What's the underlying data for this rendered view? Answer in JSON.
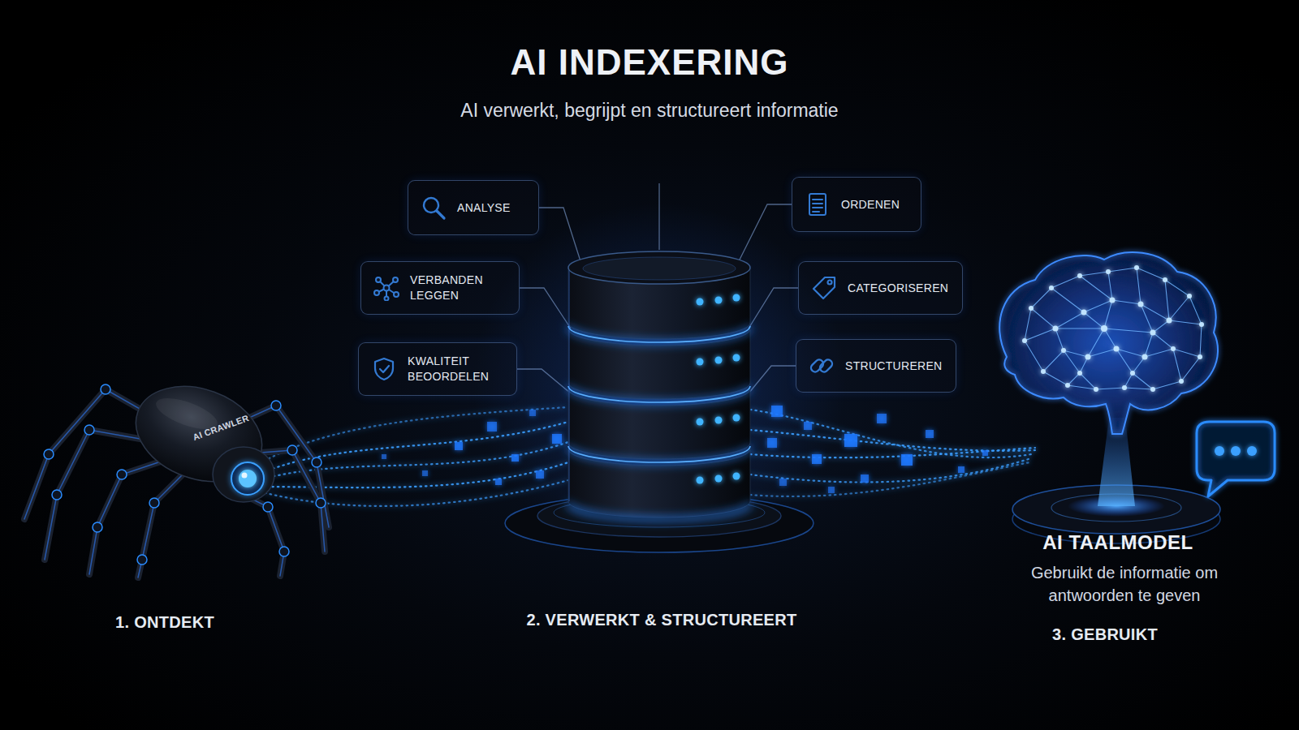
{
  "diagram": {
    "title": "AI INDEXERING",
    "nodes": [
      {
        "text": [
          "ANALYSE"
        ]
      },
      {
        "text": [
          "ORDENEN"
        ]
      },
      {
        "text": [
          "VERBANDEN LEGGEN"
        ]
      },
      {
        "text": [
          "CATEGORISEREN"
        ]
      },
      {
        "text": [
          "KWALITEIT BEOORDELEN"
        ]
      },
      {
        "text": [
          "STRUCTUREREN"
        ]
      }
    ],
    "labels": [
      "AI verwerkt, begrijpt en structureert informatie",
      "AI CRAWLER",
      "1. ONTDEKT",
      "2. VERWERKT & STRUCTUREERT",
      "AI TAALMODEL",
      "Gebruikt de informatie om antwoorden te geven",
      "3. GEBRUIKT"
    ]
  }
}
